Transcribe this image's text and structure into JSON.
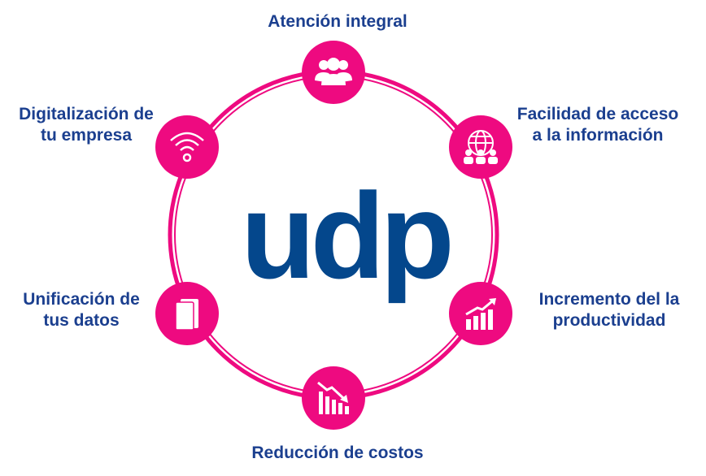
{
  "logo_text": "udp",
  "colors": {
    "accent": "#ee0a80",
    "text": "#1b3f8f",
    "logo": "#04478c"
  },
  "nodes": [
    {
      "icon": "people-group-icon",
      "lines": [
        "Atención integral"
      ]
    },
    {
      "icon": "globe-people-icon",
      "lines": [
        "Facilidad de acceso",
        "a la información"
      ]
    },
    {
      "icon": "growth-chart-icon",
      "lines": [
        "Incremento del la",
        "productividad"
      ]
    },
    {
      "icon": "decline-chart-icon",
      "lines": [
        "Reducción de costos"
      ]
    },
    {
      "icon": "documents-icon",
      "lines": [
        "Unificación de",
        "tus datos"
      ]
    },
    {
      "icon": "wifi-icon",
      "lines": [
        "Digitalización de",
        "tu empresa"
      ]
    }
  ]
}
